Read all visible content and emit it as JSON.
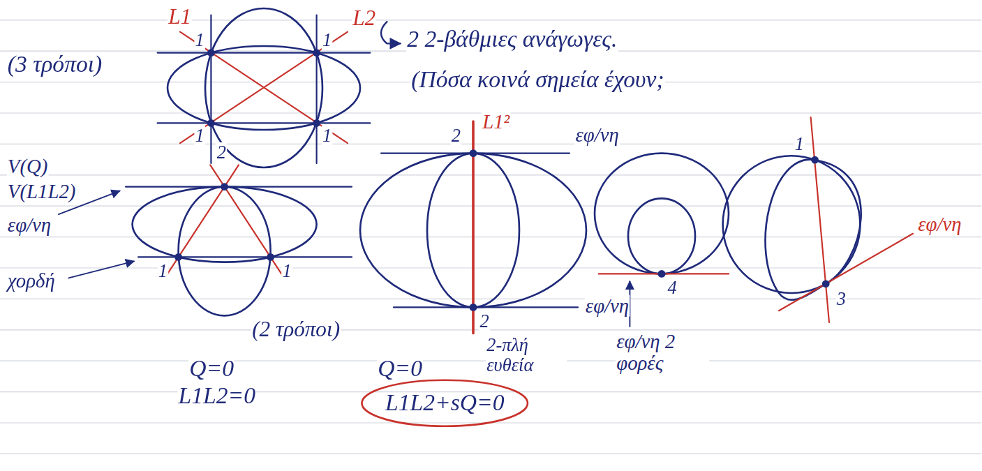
{
  "diagram": {
    "nodes": [
      {
        "text": [
          "L1L2+sQ=0"
        ]
      }
    ],
    "labels": [
      "L1",
      "L2",
      "(3 τρόποι)",
      "2 2-βάθμιες ανάγωγες.",
      "(Πόσα κοινά σημεία έχουν;",
      "1",
      "1",
      "1",
      "1",
      "V(Q)",
      "V(L1L2)",
      "2",
      "εφ/νη",
      "1",
      "1",
      "χορδή",
      "(2 τρόποι)",
      "L1²",
      "2",
      "εφ/νη",
      "εφ/νη",
      "2",
      "2-πλή ευθεία",
      "4",
      "εφ/νη 2 φορές",
      "1",
      "3",
      "εφ/νη",
      "Q=0",
      "L1L2=0",
      "Q=0"
    ]
  }
}
